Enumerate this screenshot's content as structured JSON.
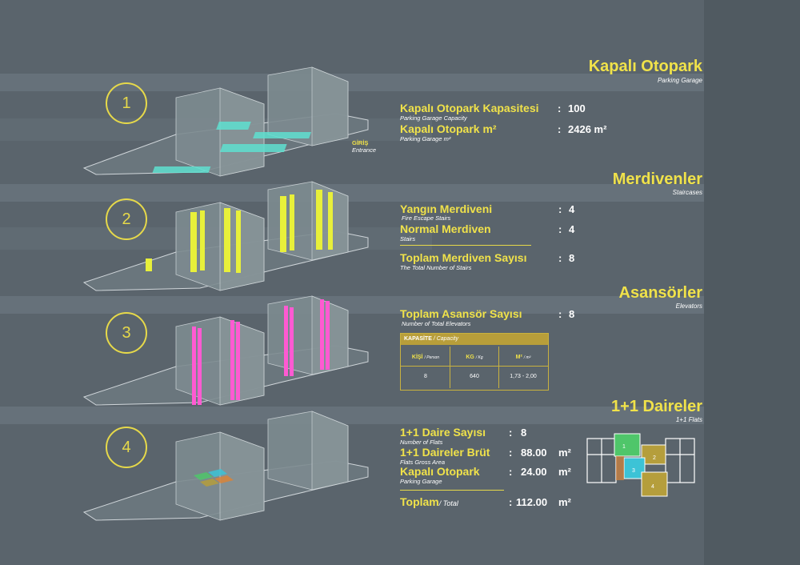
{
  "sections": [
    {
      "number": "1",
      "title": "Kapalı Otopark",
      "subtitle": "Parking Garage",
      "entrance_label": "GİRİŞ",
      "entrance_sub": "Entrance",
      "rows": [
        {
          "label": "Kapalı Otopark Kapasitesi",
          "sub": "Parking Garage Capacity",
          "sep": ":",
          "value": "100"
        },
        {
          "label": "Kapalı Otopark m²",
          "sub": "Parking Garage m²",
          "sep": ":",
          "value": "2426 m²"
        }
      ]
    },
    {
      "number": "2",
      "title": "Merdivenler",
      "subtitle": "Staircases",
      "rows": [
        {
          "label": "Yangın Merdiveni",
          "sub": "Fire Escape Stairs",
          "sep": ":",
          "value": "4"
        },
        {
          "label": "Normal Merdiven",
          "sub": "Stairs",
          "sep": ":",
          "value": "4"
        },
        {
          "label": "Toplam Merdiven Sayısı",
          "sub": "The Total Number of Stairs",
          "sep": ":",
          "value": "8"
        }
      ]
    },
    {
      "number": "3",
      "title": "Asansörler",
      "subtitle": "Elevators",
      "rows": [
        {
          "label": "Toplam Asansör Sayısı",
          "sub": "Number of Total  Elevators",
          "sep": ":",
          "value": "8"
        }
      ],
      "table": {
        "header": "KAPASİTE",
        "header_sub": "/ Capacity",
        "columns": [
          {
            "label": "KİŞİ",
            "sub": "/ Person",
            "value": "8"
          },
          {
            "label": "KG",
            "sub": "/ Kg",
            "value": "640"
          },
          {
            "label": "M²",
            "sub": "/ m²",
            "value": "1,73 - 2,00"
          }
        ]
      }
    },
    {
      "number": "4",
      "title": "1+1 Daireler",
      "subtitle": "1+1 Flats",
      "rows": [
        {
          "label": "1+1 Daire Sayısı",
          "sub": "Number of Flats",
          "sep": ":",
          "value": "8",
          "unit": ""
        },
        {
          "label": "1+1 Daireler Brüt",
          "sub": "Flats Gross Area",
          "sep": ":",
          "value": "88.00",
          "unit": "m²"
        },
        {
          "label": "Kapalı Otopark",
          "sub": "Parking Garage",
          "sep": ":",
          "value": "24.00",
          "unit": "m²"
        }
      ],
      "total": {
        "label": "Toplam",
        "sub": "/ Total",
        "sep": ":",
        "value": "112.00",
        "unit": "m²"
      },
      "plan_labels": [
        "1",
        "2",
        "3",
        "4"
      ]
    }
  ],
  "colors": {
    "accent": "#f0e24a",
    "parking": "#5fe0d0",
    "stairs": "#e8f03a",
    "elevator": "#ff5ad2",
    "flat_green": "#4fc66a",
    "flat_cyan": "#3cc3d6",
    "flat_olive": "#b59e3c",
    "flat_orange": "#d9843a"
  }
}
